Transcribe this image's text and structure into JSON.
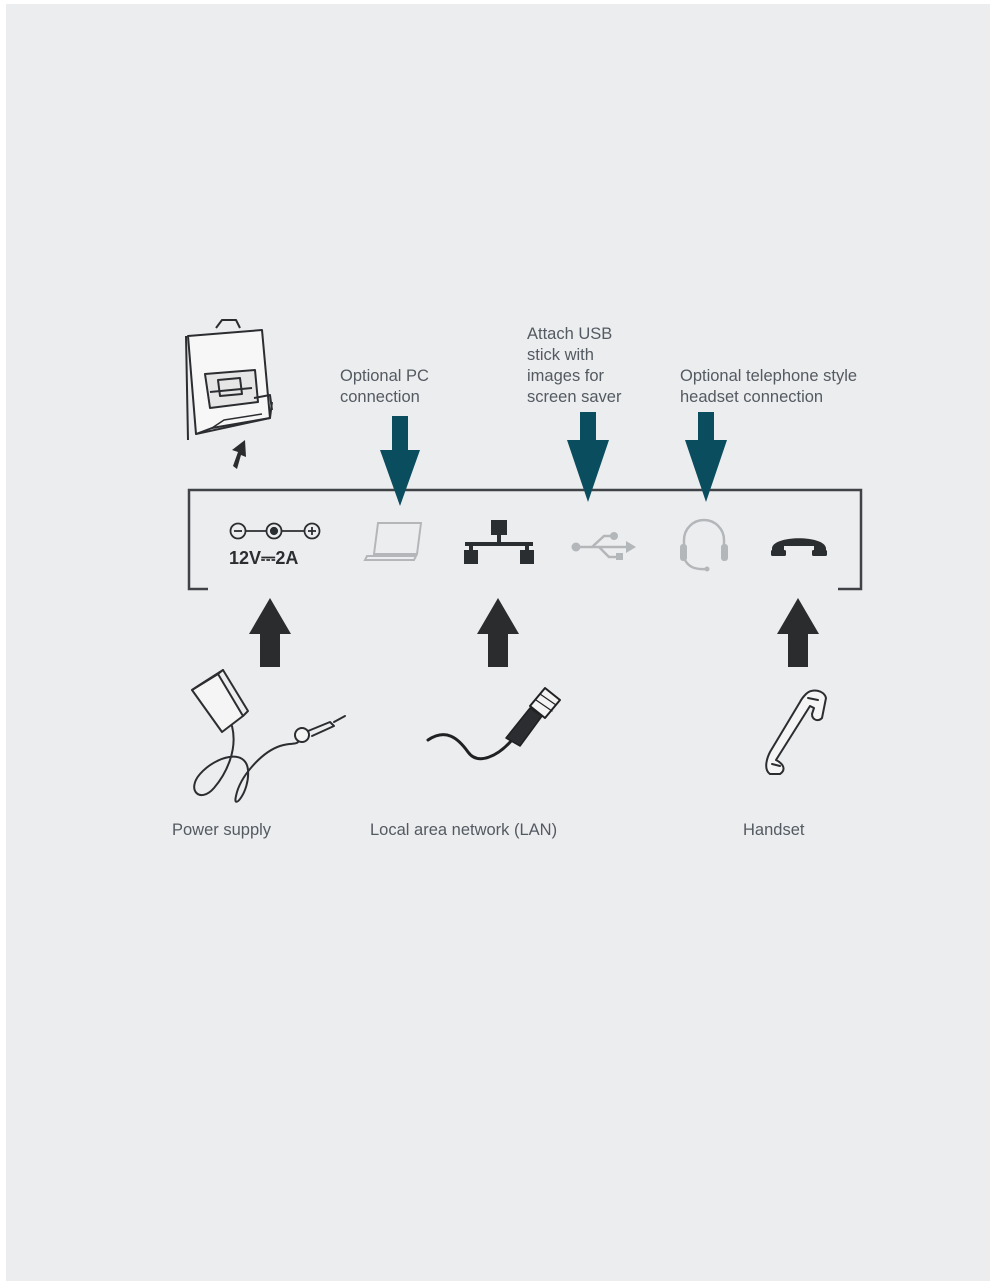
{
  "labels": {
    "optional_pc": [
      "Optional PC",
      "connection"
    ],
    "usb": [
      "Attach USB",
      "stick with",
      "images for",
      "screen saver"
    ],
    "headset": [
      "Optional telephone style",
      "headset connection"
    ],
    "power_supply": "Power supply",
    "lan": "Local area network (LAN)",
    "handset": "Handset"
  },
  "port_labels": {
    "power_rating": "12V⎓2A"
  },
  "ports": [
    {
      "name": "power-port-icon"
    },
    {
      "name": "laptop-icon"
    },
    {
      "name": "network-icon"
    },
    {
      "name": "usb-icon"
    },
    {
      "name": "headset-icon"
    },
    {
      "name": "handset-icon"
    }
  ],
  "colors": {
    "background": "#ecedef",
    "inbound_arrow": "#2a2c2e",
    "optional_arrow": "#0a4d5e",
    "text": "#545a61",
    "dim_icon": "#b4b7ba"
  }
}
